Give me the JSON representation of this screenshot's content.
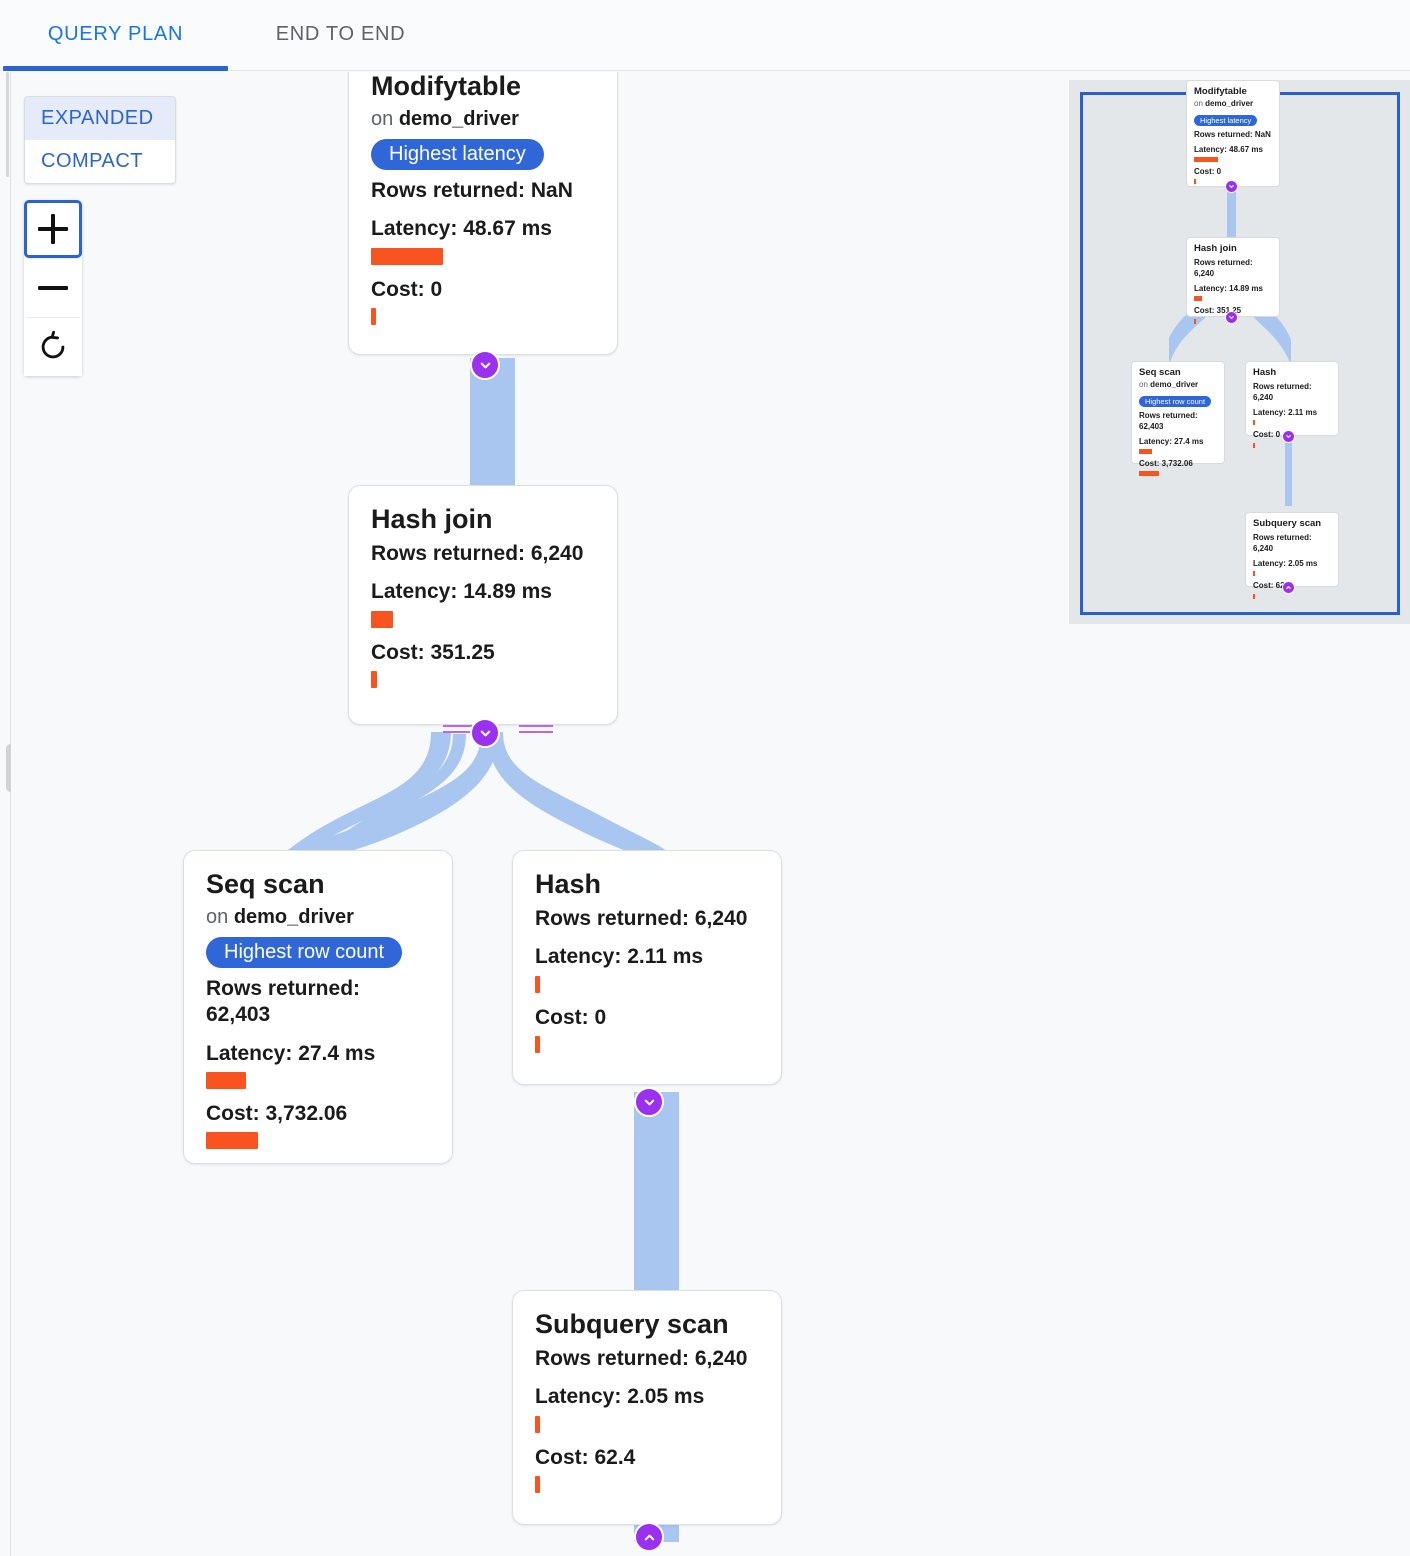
{
  "tabs": [
    {
      "label": "QUERY PLAN",
      "active": true
    },
    {
      "label": "END TO END",
      "active": false
    }
  ],
  "view_mode": {
    "expanded_label": "EXPANDED",
    "compact_label": "COMPACT",
    "selected": "EXPANDED"
  },
  "zoom_controls": {
    "zoom_in_label": "+",
    "zoom_out_label": "−",
    "reset_label": "↺"
  },
  "colors": {
    "accent_blue": "#2b64d2",
    "badge_blue": "#2f67d8",
    "bar_orange": "#f9541f",
    "edge_blue": "#a9c6f0",
    "chevron_purple": "#9b30f0",
    "minimap_bg": "#e3e7ea",
    "canvas_bg": "#f7f9fa"
  },
  "labels": {
    "rows_returned": "Rows returned:",
    "latency": "Latency:",
    "cost": "Cost:",
    "on": "on"
  },
  "nodes": [
    {
      "id": "modifytable",
      "title": "Modifytable",
      "on_prefix": "on",
      "relation": "demo_driver",
      "badge": "Highest latency",
      "rows_returned": "Rows returned: NaN",
      "latency": "Latency: 48.67 ms",
      "cost": "Cost: 0",
      "latency_bar_pct": 100,
      "cost_bar_pct": 3
    },
    {
      "id": "hashjoin",
      "title": "Hash join",
      "badge": null,
      "rows_returned": "Rows returned: 6,240",
      "latency": "Latency: 14.89 ms",
      "cost": "Cost: 351.25",
      "latency_bar_pct": 31,
      "cost_bar_pct": 9
    },
    {
      "id": "seqscan",
      "title": "Seq scan",
      "on_prefix": "on",
      "relation": "demo_driver",
      "badge": "Highest row count",
      "rows_returned": "Rows returned: 62,403",
      "latency": "Latency: 27.4 ms",
      "cost": "Cost: 3,732.06",
      "latency_bar_pct": 56,
      "cost_bar_pct": 100
    },
    {
      "id": "hash",
      "title": "Hash",
      "badge": null,
      "rows_returned": "Rows returned: 6,240",
      "latency": "Latency: 2.11 ms",
      "cost": "Cost: 0",
      "latency_bar_pct": 4,
      "cost_bar_pct": 3
    },
    {
      "id": "subqueryscan",
      "title": "Subquery scan",
      "badge": null,
      "rows_returned": "Rows returned: 6,240",
      "latency": "Latency: 2.05 ms",
      "cost": "Cost: 62.4",
      "latency_bar_pct": 4,
      "cost_bar_pct": 3
    }
  ],
  "minimap": {
    "present": true,
    "nodes": [
      {
        "id": "mm-modifytable",
        "title": "Modifytable",
        "on_prefix": "on",
        "relation": "demo_driver",
        "badge": "Highest latency",
        "rows_returned": "Rows returned: NaN",
        "latency": "Latency: 48.67 ms",
        "cost": "Cost: 0"
      },
      {
        "id": "mm-hashjoin",
        "title": "Hash join",
        "badge": null,
        "rows_returned": "Rows returned: 6,240",
        "latency": "Latency: 14.89 ms",
        "cost": "Cost: 351.25"
      },
      {
        "id": "mm-seqscan",
        "title": "Seq scan",
        "on_prefix": "on",
        "relation": "demo_driver",
        "badge": "Highest row count",
        "rows_returned": "Rows returned: 62,403",
        "latency": "Latency: 27.4 ms",
        "cost": "Cost: 3,732.06"
      },
      {
        "id": "mm-hash",
        "title": "Hash",
        "badge": null,
        "rows_returned": "Rows returned: 6,240",
        "latency": "Latency: 2.11 ms",
        "cost": "Cost: 0"
      },
      {
        "id": "mm-subqueryscan",
        "title": "Subquery scan",
        "badge": null,
        "rows_returned": "Rows returned: 6,240",
        "latency": "Latency: 2.05 ms",
        "cost": "Cost: 62.4"
      }
    ]
  },
  "icons": {
    "chevron_down": "chevron-down-icon",
    "chevron_up": "chevron-up-icon",
    "plus": "plus-icon",
    "minus": "minus-icon",
    "reset": "reset-icon"
  }
}
